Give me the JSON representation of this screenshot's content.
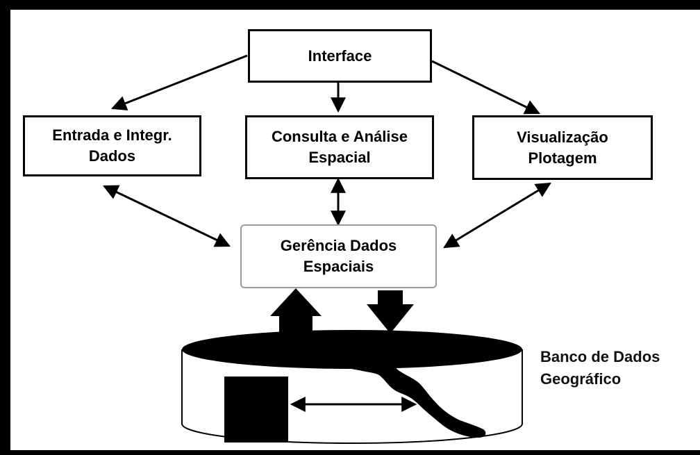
{
  "interface": {
    "label": "Interface"
  },
  "entrada": {
    "line1": "Entrada e Integr.",
    "line2": "Dados"
  },
  "consulta": {
    "line1": "Consulta e Análise",
    "line2": "Espacial"
  },
  "visualizacao": {
    "line1": "Visualização",
    "line2": "Plotagem"
  },
  "gerencia": {
    "line1": "Gerência Dados",
    "line2": "Espaciais"
  },
  "banco": {
    "line1": "Banco de Dados",
    "line2": "Geográfico"
  },
  "colors": {
    "frame": "#000000",
    "background": "#ffffff",
    "gerencia_border": "#9a9a9a"
  }
}
